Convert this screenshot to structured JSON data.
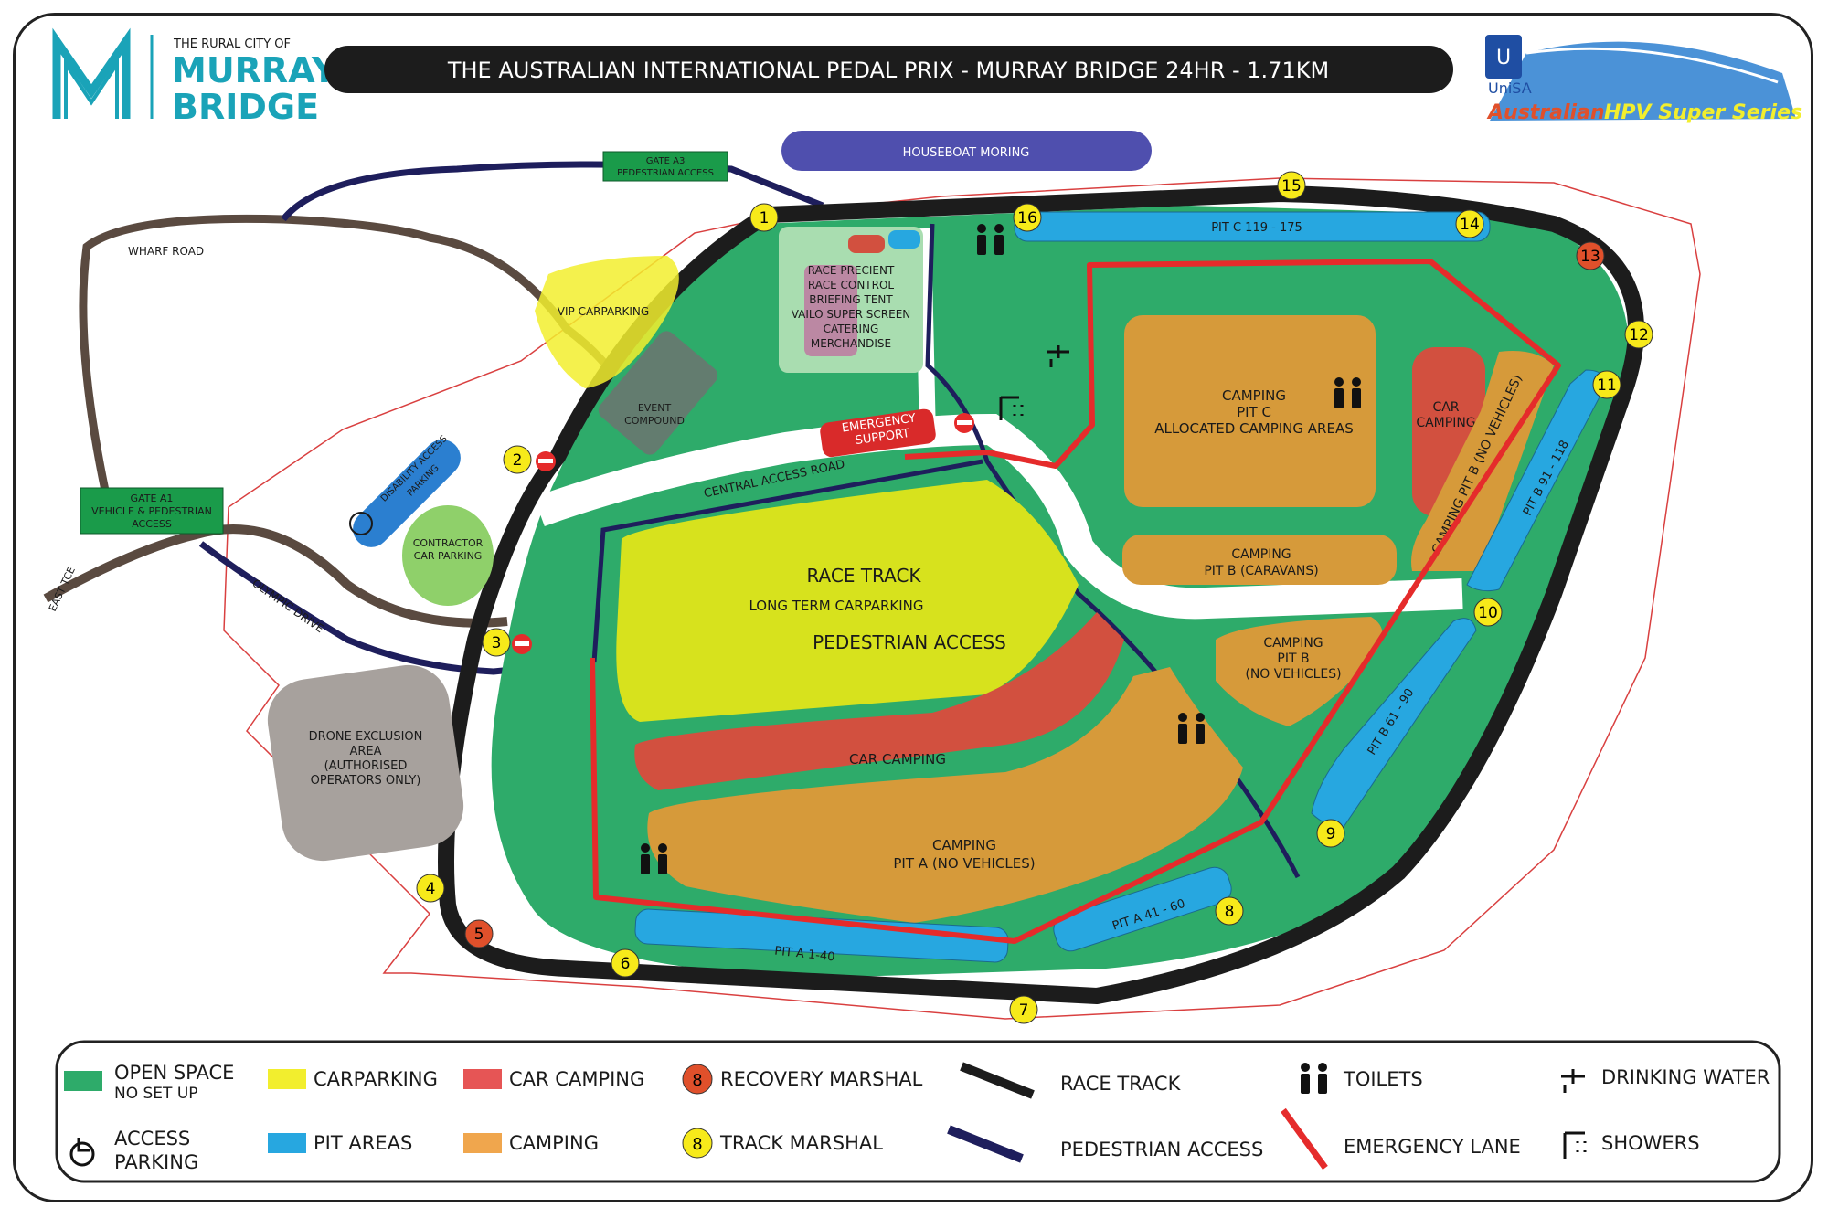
{
  "logo": {
    "small": "THE RURAL CITY OF",
    "line1": "MURRAY",
    "line2": "BRIDGE",
    "color": "#1aa3b8"
  },
  "title": "THE AUSTRALIAN INTERNATIONAL PEDAL PRIX - MURRAY BRIDGE 24HR - 1.71KM",
  "sponsor": {
    "org": "UniSA",
    "series_a": "Australian",
    "series_b": "HPV Super Series"
  },
  "labels": {
    "houseboat": "HOUSEBOAT MORING",
    "gate_a3_1": "GATE A3",
    "gate_a3_2": "PEDESTRIAN ACCESS",
    "gate_a1_1": "GATE A1",
    "gate_a1_2": "VEHICLE & PEDESTRIAN",
    "gate_a1_3": "ACCESS",
    "wharf_road": "WHARF ROAD",
    "east_tce": "EAST TCE",
    "olympic_drive": "OLYMPIC DRIVE",
    "vip_carparking": "VIP CARPARKING",
    "event_compound_1": "EVENT",
    "event_compound_2": "COMPOUND",
    "disability_1": "DISABILITY ACCESS",
    "disability_2": "PARKING",
    "contractor_1": "CONTRACTOR",
    "contractor_2": "CAR PARKING",
    "drone_1": "DRONE EXCLUSION",
    "drone_2": "AREA",
    "drone_3": "(AUTHORISED",
    "drone_4": "OPERATORS ONLY)",
    "precinct_1": "RACE PRECIENT",
    "precinct_2": "RACE CONTROL",
    "precinct_3": "BRIEFING TENT",
    "precinct_4": "VAILO SUPER SCREEN",
    "precinct_5": "CATERING",
    "precinct_6": "MERCHANDISE",
    "emergency_1": "EMERGENCY",
    "emergency_2": "SUPPORT",
    "central_access_road": "CENTRAL ACCESS ROAD",
    "race_track_lt_1": "RACE TRACK",
    "race_track_lt_2": "LONG TERM CARPARKING",
    "race_track_lt_3": "PEDESTRIAN ACCESS",
    "car_camping_a": "CAR CAMPING",
    "camping_pit_a_1": "CAMPING",
    "camping_pit_a_2": "PIT A (NO VEHICLES)",
    "camping_pit_c_1": "CAMPING",
    "camping_pit_c_2": "PIT C",
    "camping_pit_c_3": "ALLOCATED CAMPING AREAS",
    "car_camping_c_1": "CAR",
    "car_camping_c_2": "CAMPING",
    "camping_pit_b_nv": "CAMPING PIT B (NO VEHICLES)",
    "camping_pit_b_car_1": "CAMPING",
    "camping_pit_b_car_2": "PIT B (CARAVANS)",
    "camping_pit_b_small_1": "CAMPING",
    "camping_pit_b_small_2": "PIT B",
    "camping_pit_b_small_3": "(NO VEHICLES)",
    "pit_c": "PIT C 119 - 175",
    "pit_b_91": "PIT B 91 - 118",
    "pit_b_61": "PIT B 61 - 90",
    "pit_a_41": "PIT A 41 - 60",
    "pit_a_1": "PIT A 1-40"
  },
  "markers": {
    "m1": "1",
    "m2": "2",
    "m3": "3",
    "m4": "4",
    "m5": "5",
    "m6": "6",
    "m7": "7",
    "m8": "8",
    "m9": "9",
    "m10": "10",
    "m11": "11",
    "m12": "12",
    "m13": "13",
    "m14": "14",
    "m15": "15",
    "m16": "16"
  },
  "legend": {
    "open_space_1": "OPEN SPACE",
    "open_space_2": "NO SET UP",
    "carparking": "CARPARKING",
    "car_camping": "CAR CAMPING",
    "recovery_marshal_num": "8",
    "recovery_marshal": "RECOVERY MARSHAL",
    "race_track": "RACE TRACK",
    "toilets": "TOILETS",
    "drinking_water": "DRINKING WATER",
    "access_parking_1": "ACCESS",
    "access_parking_2": "PARKING",
    "pit_areas": "PIT AREAS",
    "camping": "CAMPING",
    "track_marshal_num": "8",
    "track_marshal": "TRACK MARSHAL",
    "pedestrian_access": "PEDESTRIAN ACCESS",
    "emergency_lane": "EMERGENCY LANE",
    "showers": "SHOWERS"
  },
  "colors": {
    "open_space": "#2eab6a",
    "carparking": "#f2ee2e",
    "car_camping": "#d2503f",
    "camping": "#d69a3a",
    "pit": "#27a7e0",
    "race_track": "#1c1c1c",
    "pedestrian": "#1e1e5c",
    "emergency": "#e52b2b",
    "marshal_track": "#f7ea1a",
    "marshal_recovery": "#e0502b"
  }
}
